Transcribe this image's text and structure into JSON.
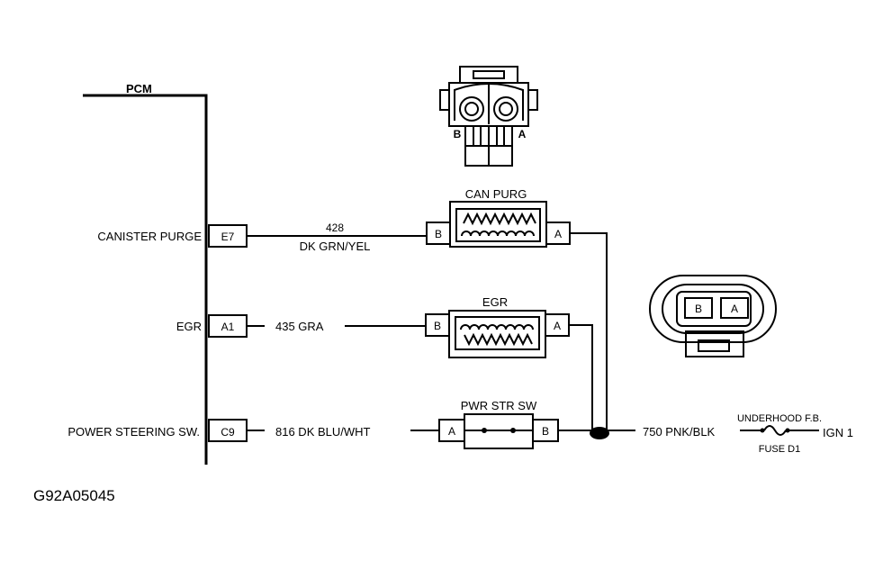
{
  "pcm": {
    "title": "PCM",
    "pins": [
      {
        "signal": "CANISTER PURGE",
        "pin": "E7"
      },
      {
        "signal": "EGR",
        "pin": "A1"
      },
      {
        "signal": "POWER STEERING SW.",
        "pin": "C9"
      }
    ]
  },
  "wires": {
    "canister_num": "428",
    "canister_color": "DK GRN/YEL",
    "egr": "435 GRA",
    "pwr_str": "816 DK BLU/WHT",
    "feed": "750 PNK/BLK"
  },
  "components": {
    "can_purg": {
      "title": "CAN PURG",
      "pin_left": "B",
      "pin_right": "A"
    },
    "egr": {
      "title": "EGR",
      "pin_left": "B",
      "pin_right": "A"
    },
    "pwr_str_sw": {
      "title": "PWR STR SW",
      "pin_left": "A",
      "pin_right": "B"
    }
  },
  "connector_top": {
    "pin_left": "B",
    "pin_right": "A"
  },
  "connector_right": {
    "pin_left": "B",
    "pin_right": "A"
  },
  "fuse": {
    "box": "UNDERHOOD F.B.",
    "name": "FUSE D1",
    "source": "IGN 1"
  },
  "figure_code": "G92A05045"
}
